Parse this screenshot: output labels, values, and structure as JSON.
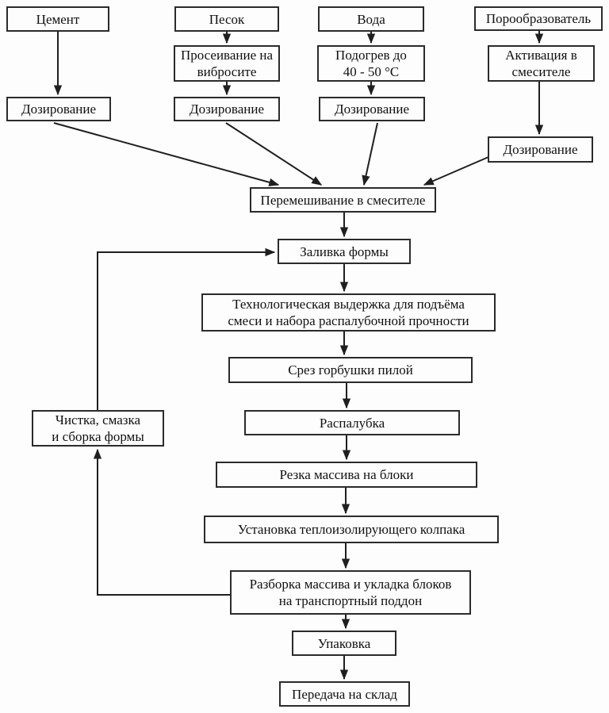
{
  "diagram": {
    "type": "flowchart",
    "language": "ru",
    "colors": {
      "background": "#fdfdfd",
      "box_border": "#2b2b2b",
      "arrow": "#1f1f1f",
      "text": "#101010"
    },
    "nodes": {
      "cement": {
        "label": "Цемент"
      },
      "sand": {
        "label": "Песок"
      },
      "water": {
        "label": "Вода"
      },
      "pore_former": {
        "label": "Порообразователь"
      },
      "sieving": {
        "label": "Просеивание на\nвибросите"
      },
      "heating": {
        "label": "Подогрев до\n40 - 50 °С"
      },
      "activation": {
        "label": "Активация в\nсмесителе"
      },
      "dosing_cement": {
        "label": "Дозирование"
      },
      "dosing_sand": {
        "label": "Дозирование"
      },
      "dosing_water": {
        "label": "Дозирование"
      },
      "dosing_pore": {
        "label": "Дозирование"
      },
      "mixing": {
        "label": "Перемешивание в смесителе"
      },
      "pouring": {
        "label": "Заливка формы"
      },
      "holding": {
        "label": "Технологическая выдержка для подъёма\nсмеси и набора распалубочной прочности"
      },
      "crust_cut": {
        "label": "Срез горбушки пилой"
      },
      "demolding": {
        "label": "Распалубка"
      },
      "block_cutting": {
        "label": "Резка массива на блоки"
      },
      "cap_install": {
        "label": "Установка теплоизолирующего колпака"
      },
      "disassembly": {
        "label": "Разборка массива и укладка блоков\nна транспортный поддон"
      },
      "packaging": {
        "label": "Упаковка"
      },
      "warehouse": {
        "label": "Передача на склад"
      },
      "mold_prep": {
        "label": "Чистка, смазка\nи сборка формы"
      }
    },
    "edges": [
      {
        "from": "cement",
        "to": "dosing_cement"
      },
      {
        "from": "sand",
        "to": "sieving"
      },
      {
        "from": "sieving",
        "to": "dosing_sand"
      },
      {
        "from": "water",
        "to": "heating"
      },
      {
        "from": "heating",
        "to": "dosing_water"
      },
      {
        "from": "pore_former",
        "to": "activation"
      },
      {
        "from": "activation",
        "to": "dosing_pore"
      },
      {
        "from": "dosing_cement",
        "to": "mixing"
      },
      {
        "from": "dosing_sand",
        "to": "mixing"
      },
      {
        "from": "dosing_water",
        "to": "mixing"
      },
      {
        "from": "dosing_pore",
        "to": "mixing"
      },
      {
        "from": "mixing",
        "to": "pouring"
      },
      {
        "from": "pouring",
        "to": "holding"
      },
      {
        "from": "holding",
        "to": "crust_cut"
      },
      {
        "from": "crust_cut",
        "to": "demolding"
      },
      {
        "from": "demolding",
        "to": "block_cutting"
      },
      {
        "from": "block_cutting",
        "to": "cap_install"
      },
      {
        "from": "cap_install",
        "to": "disassembly"
      },
      {
        "from": "disassembly",
        "to": "packaging"
      },
      {
        "from": "packaging",
        "to": "warehouse"
      },
      {
        "from": "disassembly",
        "to": "mold_prep"
      },
      {
        "from": "mold_prep",
        "to": "pouring"
      }
    ]
  }
}
